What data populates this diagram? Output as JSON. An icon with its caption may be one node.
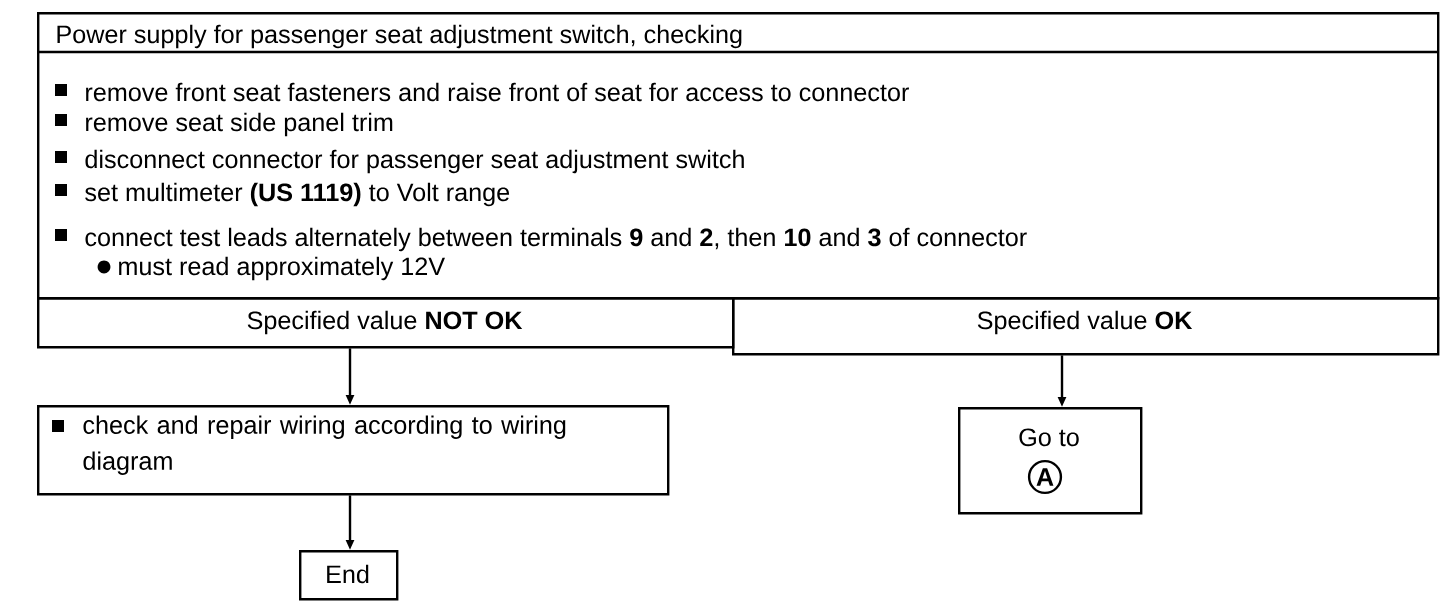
{
  "diagram": {
    "nodes": [
      {
        "text": [
          "Power supply for passenger seat adjustment switch, checking",
          "remove front seat fasteners and raise front of seat for access to connector",
          "remove seat side panel trim",
          "disconnect connector for passenger seat adjustment switch",
          "set multimeter **(US 1119)** to Volt range",
          "connect test leads alternately between terminals **9** and **2**, then **10** and **3** of connector",
          "must read approximately 12V"
        ]
      },
      {
        "text": [
          "Specified value **NOT OK**"
        ]
      },
      {
        "text": [
          "Specified value **OK**"
        ]
      },
      {
        "text": [
          "check and repair wiring according to wiring diagram"
        ]
      },
      {
        "text": [
          "Go to",
          "A"
        ]
      },
      {
        "text": [
          "End"
        ]
      }
    ],
    "edges": [
      {
        "from": 1,
        "to": 3,
        "arrow": "to"
      },
      {
        "from": 3,
        "to": 5,
        "arrow": "to"
      },
      {
        "from": 2,
        "to": 4,
        "arrow": "to"
      }
    ]
  }
}
